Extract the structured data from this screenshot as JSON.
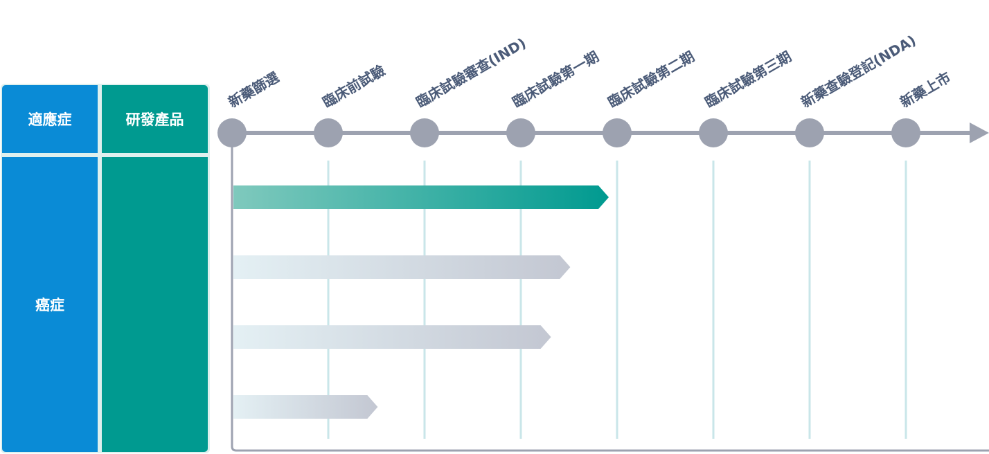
{
  "table": {
    "header_indication": "適應症",
    "header_product": "研發產品",
    "indication": "癌症",
    "product": ""
  },
  "stages": [
    "新藥篩選",
    "臨床前試驗",
    "臨床試驗審查(IND)",
    "臨床試驗第一期",
    "臨床試驗第二期",
    "臨床試驗第三期",
    "新藥查驗登記(NDA)",
    "新藥上市"
  ],
  "colors": {
    "timeline": "#9da2b0",
    "node": "#9da2b0",
    "gridline": "#c9e6e9",
    "active_bar_start": "#7fc9bd",
    "active_bar_end": "#009a90",
    "inactive_bar_start": "#e4f0f4",
    "inactive_bar_end": "#c3c7d2",
    "label": "#4b5b78",
    "cell_blue": "#0a8bd6",
    "cell_teal": "#009a90"
  },
  "pipeline": [
    {
      "progress_stage": 4,
      "active": true
    },
    {
      "progress_stage": 3.6,
      "active": false
    },
    {
      "progress_stage": 3.4,
      "active": false
    },
    {
      "progress_stage": 1.6,
      "active": false
    }
  ]
}
